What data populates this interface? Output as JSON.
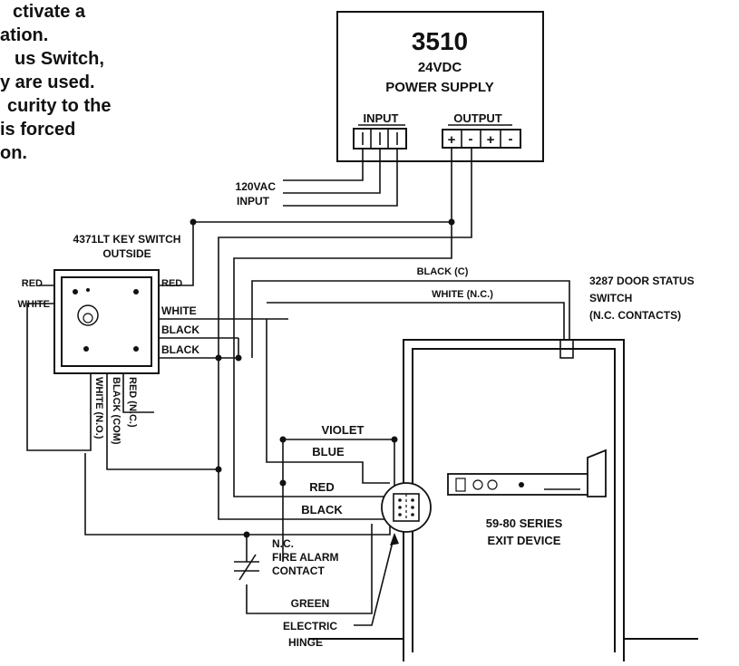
{
  "intro_text": [
    "ctivate a",
    "ation.",
    "us Switch,",
    "y are used.",
    "curity to the",
    "is forced",
    "on."
  ],
  "power_supply": {
    "model": "3510",
    "voltage": "24VDC",
    "name": "POWER SUPPLY",
    "input_label": "INPUT",
    "output_label": "OUTPUT",
    "output_terminals": [
      "+",
      "-",
      "+",
      "-"
    ]
  },
  "ac_input": {
    "line1": "120VAC",
    "line2": "INPUT"
  },
  "key_switch": {
    "title_line1": "4371LT KEY SWITCH",
    "title_line2": "OUTSIDE",
    "terminals": {
      "red_left": "RED",
      "white_left": "WHITE",
      "red_right": "RED",
      "white_right": "WHITE",
      "black_1": "BLACK",
      "black_2": "BLACK",
      "red_nc": "RED (N.C.)",
      "black_com": "BLACK (COM)",
      "white_no": "WHITE (N.O.)"
    }
  },
  "door_status_switch": {
    "line1": "3287 DOOR STATUS",
    "line2": "SWITCH",
    "line3": "(N.C. CONTACTS)",
    "wire_black": "BLACK (C)",
    "wire_white": "WHITE (N.C.)"
  },
  "exit_device_wires": [
    "VIOLET",
    "BLUE",
    "RED",
    "BLACK"
  ],
  "exit_device": {
    "line1": "59-80 SERIES",
    "line2": "EXIT DEVICE"
  },
  "fire_alarm": {
    "line1": "N.C.",
    "line2": "FIRE ALARM",
    "line3": "CONTACT"
  },
  "green_wire": "GREEN",
  "electric_hinge": {
    "line1": "ELECTRIC",
    "line2": "HINGE"
  }
}
